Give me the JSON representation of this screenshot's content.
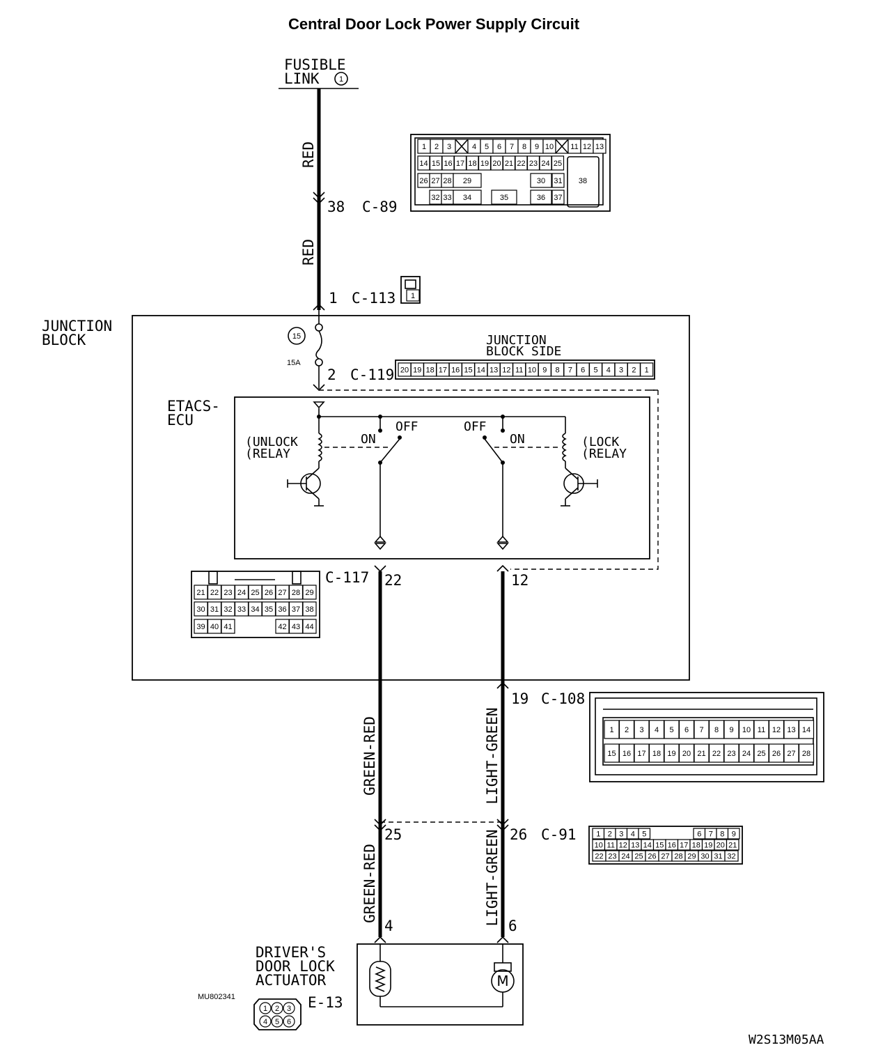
{
  "title": "Central Door Lock Power Supply Circuit",
  "fusible_link": {
    "line1": "FUSIBLE",
    "line2": "LINK",
    "number": "1"
  },
  "wires": {
    "red_top": "RED",
    "red_mid": "RED",
    "green_red_upper": "GREEN-RED",
    "light_green_upper": "LIGHT-GREEN",
    "green_red_lower": "GREEN-RED",
    "light_green_lower": "LIGHT-GREEN"
  },
  "connectors": {
    "c89": {
      "pin": "38",
      "id": "C-89"
    },
    "c113": {
      "pin": "1",
      "id": "C-113",
      "cell": "1"
    },
    "c119": {
      "pin": "2",
      "id": "C-119"
    },
    "c117": {
      "pin_left": "22",
      "id": "C-117",
      "pin_right": "12"
    },
    "c108": {
      "pin": "19",
      "id": "C-108"
    },
    "c91": {
      "pin_left": "25",
      "pin_right": "26",
      "id": "C-91"
    },
    "e13": {
      "pin_left": "4",
      "pin_right": "6",
      "id": "E-13"
    }
  },
  "junction_block": {
    "line1": "JUNCTION",
    "line2": "BLOCK"
  },
  "junction_block_side": {
    "line1": "JUNCTION",
    "line2": "BLOCK SIDE"
  },
  "fuse": {
    "number": "15",
    "rating": "15A"
  },
  "etacs": {
    "line1": "ETACS-",
    "line2": "ECU",
    "unlock_relay_1": "(UNLOCK",
    "unlock_relay_2": "(RELAY",
    "lock_relay_1": "(LOCK",
    "lock_relay_2": "(RELAY",
    "on_left": "ON",
    "off_left": "OFF",
    "off_right": "OFF",
    "on_right": "ON"
  },
  "actuator": {
    "line1": "DRIVER'S",
    "line2": "DOOR LOCK",
    "line3": "ACTUATOR"
  },
  "codes": {
    "part_ref": "MU802341",
    "figure": "W2S13M05AA"
  },
  "connector_faces": {
    "c89_rows": [
      [
        "1",
        "2",
        "3",
        "X",
        "4",
        "5",
        "6",
        "7",
        "8",
        "9",
        "10",
        "X",
        "11",
        "12",
        "13"
      ],
      [
        "14",
        "15",
        "16",
        "17",
        "18",
        "19",
        "20",
        "21",
        "22",
        "23",
        "24",
        "25"
      ],
      [
        "26",
        "27",
        "28",
        "29",
        "30",
        "31"
      ],
      [
        "32",
        "33",
        "34",
        "35",
        "36",
        "37"
      ]
    ],
    "c89_big": "38",
    "c119_cells": [
      "20",
      "19",
      "18",
      "17",
      "16",
      "15",
      "14",
      "13",
      "12",
      "11",
      "10",
      "9",
      "8",
      "7",
      "6",
      "5",
      "4",
      "3",
      "2",
      "1"
    ],
    "c117_rows": [
      [
        "21",
        "22",
        "23",
        "24",
        "25",
        "26",
        "27",
        "28",
        "29"
      ],
      [
        "30",
        "31",
        "32",
        "33",
        "34",
        "35",
        "36",
        "37",
        "38"
      ],
      [
        "39",
        "40",
        "41",
        "42",
        "43",
        "44"
      ]
    ],
    "c108_rows": [
      [
        "1",
        "2",
        "3",
        "4",
        "5",
        "6",
        "7",
        "8",
        "9",
        "10",
        "11",
        "12",
        "13",
        "14"
      ],
      [
        "15",
        "16",
        "17",
        "18",
        "19",
        "20",
        "21",
        "22",
        "23",
        "24",
        "25",
        "26",
        "27",
        "28"
      ]
    ],
    "c91_rows": [
      [
        "1",
        "2",
        "3",
        "4",
        "5",
        "6",
        "7",
        "8",
        "9"
      ],
      [
        "10",
        "11",
        "12",
        "13",
        "14",
        "15",
        "16",
        "17",
        "18",
        "19",
        "20",
        "21"
      ],
      [
        "22",
        "23",
        "24",
        "25",
        "26",
        "27",
        "28",
        "29",
        "30",
        "31",
        "32"
      ]
    ],
    "e13_cells": [
      "1",
      "2",
      "3",
      "4",
      "5",
      "6"
    ]
  }
}
